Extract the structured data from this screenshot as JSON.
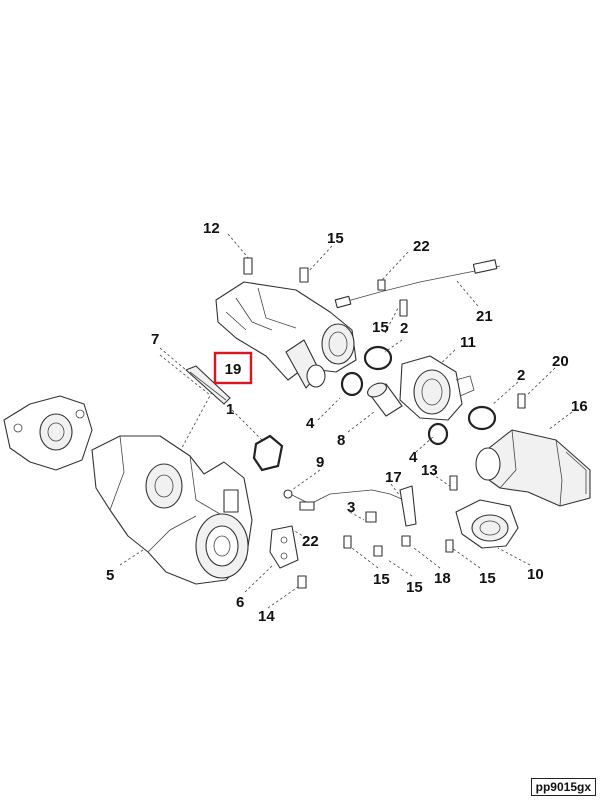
{
  "drawing_code": "pp9015gx",
  "highlight_color": "#e0141e",
  "highlighted_callout": "19",
  "callouts": [
    "12",
    "15",
    "22",
    "21",
    "15",
    "2",
    "11",
    "7",
    "19",
    "1",
    "20",
    "2",
    "16",
    "4",
    "8",
    "4",
    "13",
    "9",
    "17",
    "3",
    "22",
    "5",
    "15",
    "15",
    "18",
    "15",
    "10",
    "6",
    "14"
  ]
}
